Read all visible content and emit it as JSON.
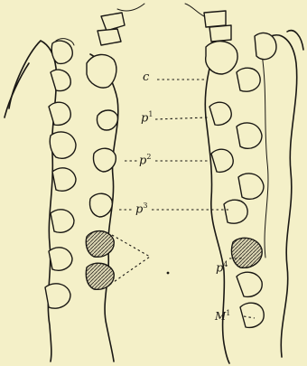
{
  "labels": {
    "canine": "c",
    "premolar_1": "p",
    "premolar_1_sup": "1",
    "premolar_2": "p",
    "premolar_2_sup": "2",
    "premolar_3": "p",
    "premolar_3_sup": "3",
    "premolar_4": "p",
    "premolar_4_sup": "4",
    "molar_1": "M",
    "molar_1_sup": "1"
  }
}
